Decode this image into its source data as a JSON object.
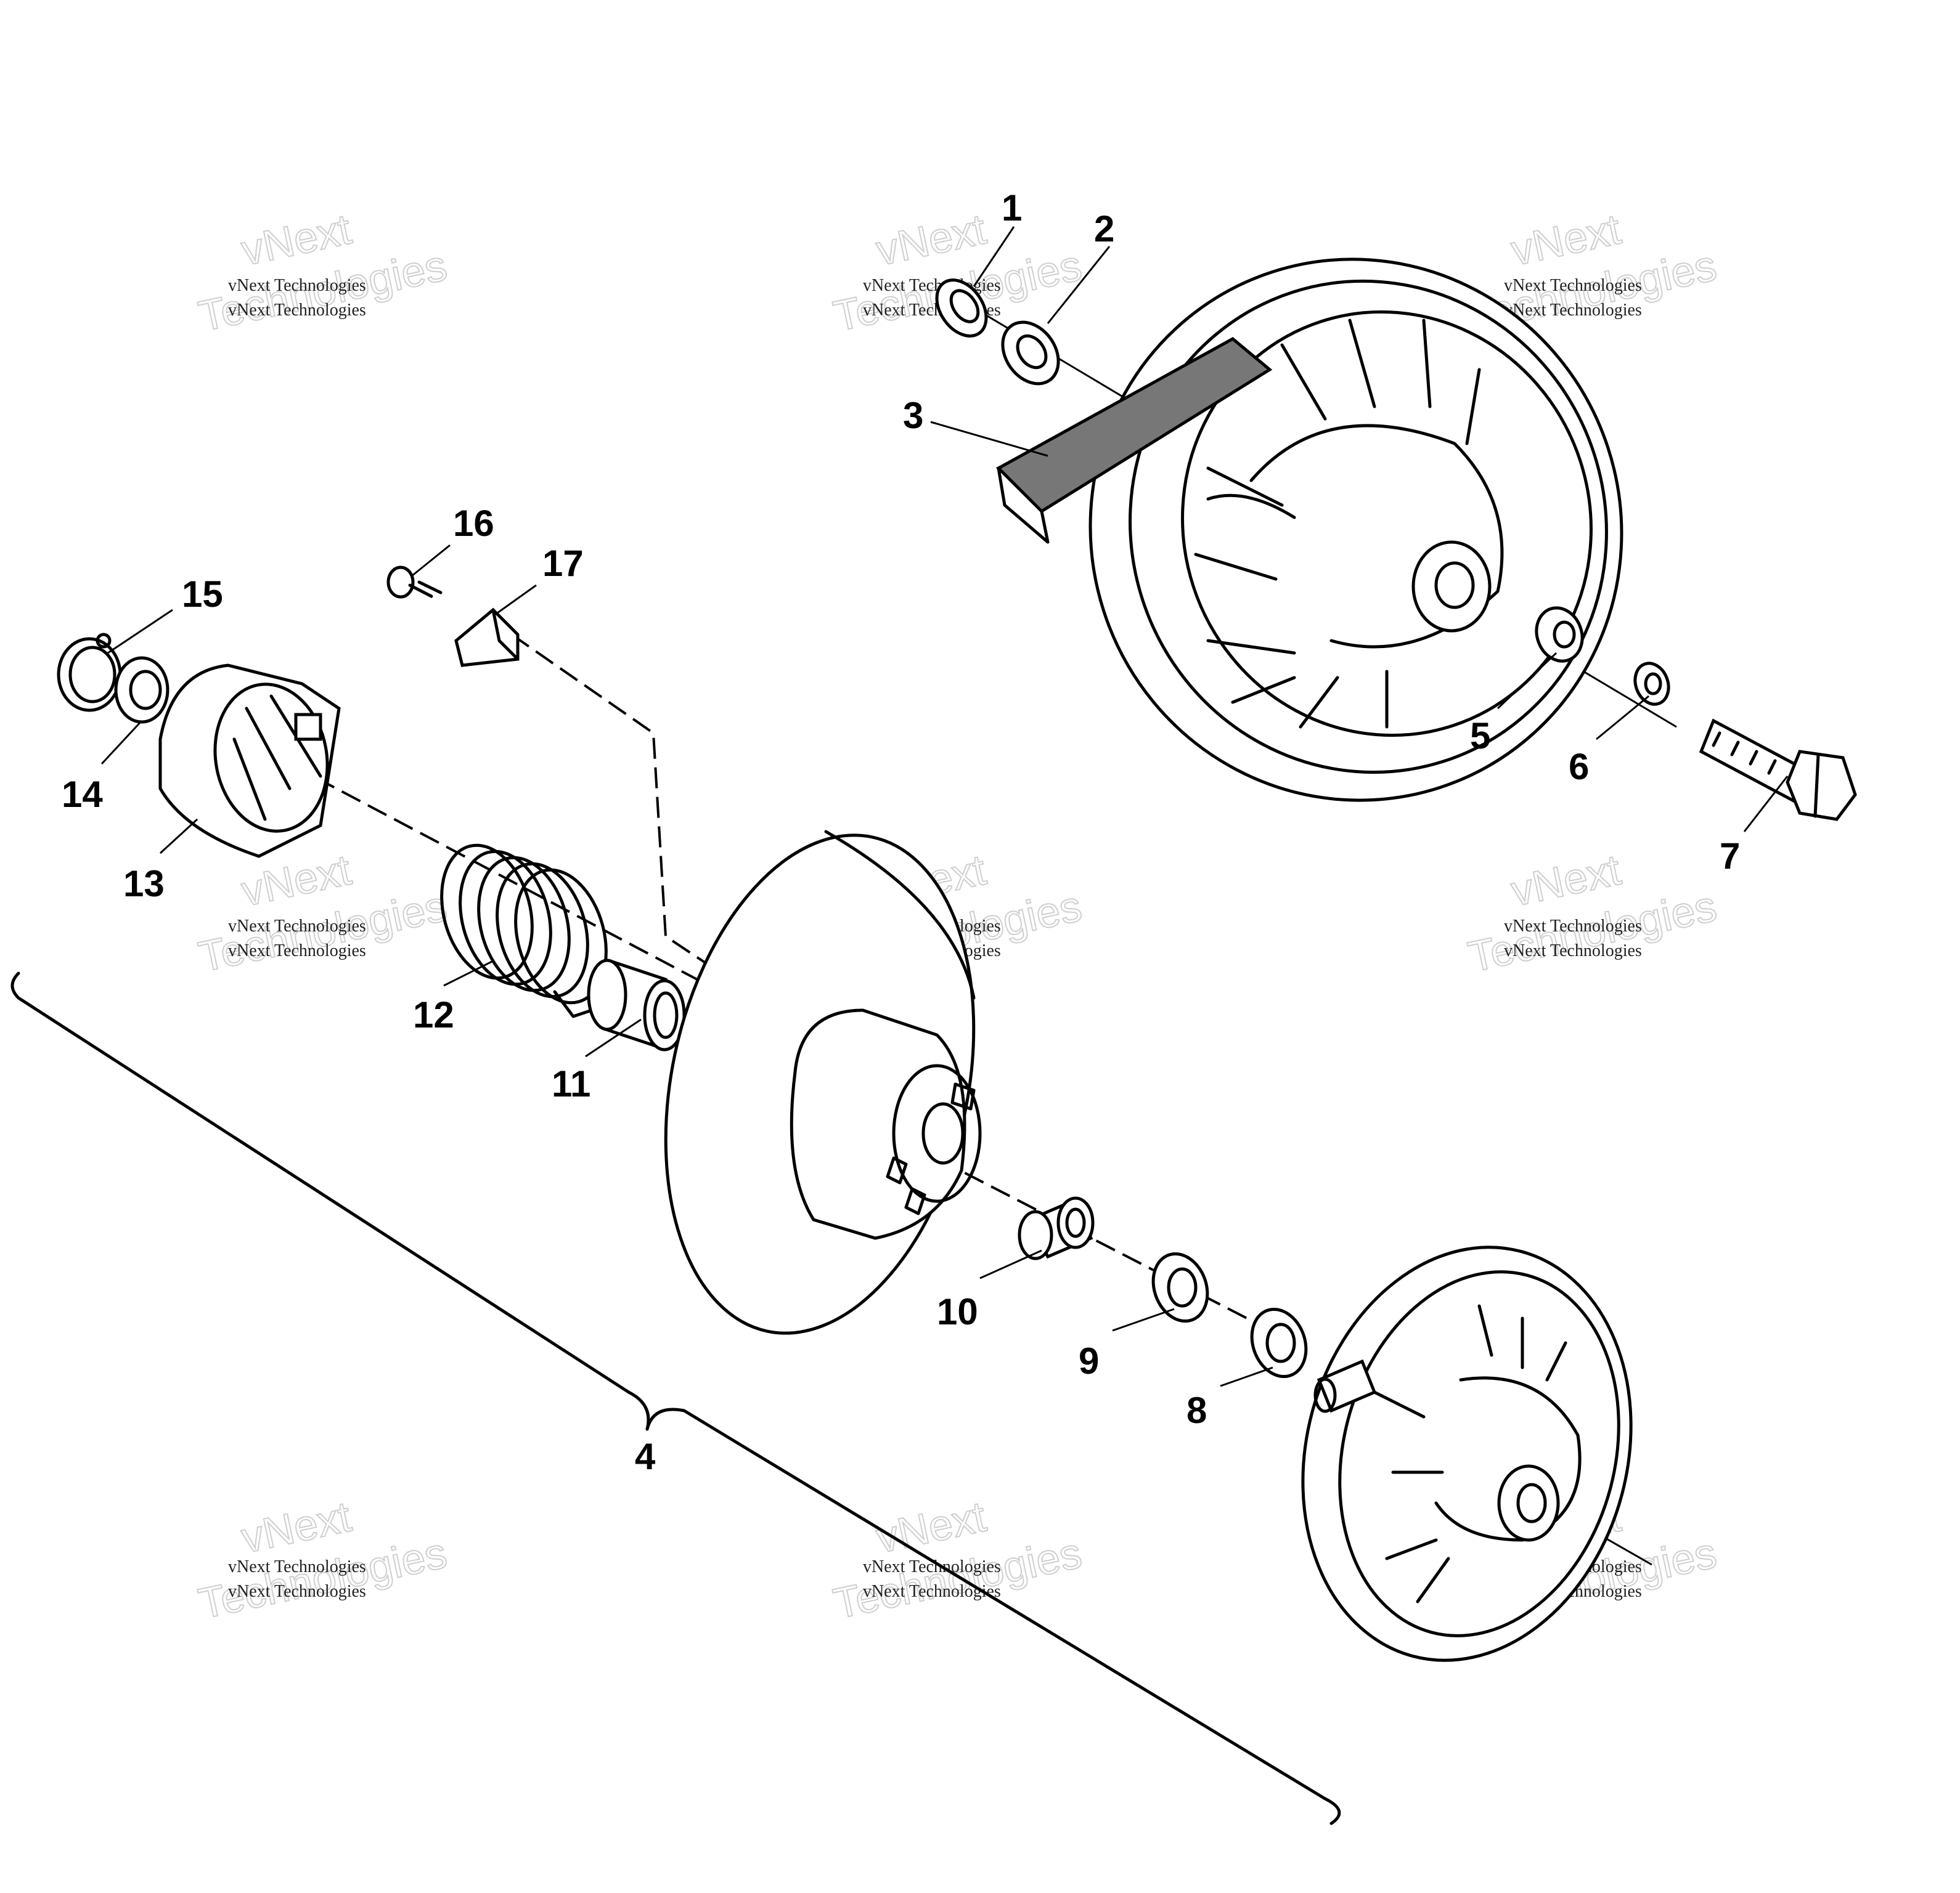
{
  "callouts": [
    "1",
    "2",
    "3",
    "4",
    "5",
    "6",
    "7",
    "8",
    "9",
    "10",
    "11",
    "12",
    "13",
    "14",
    "15",
    "16",
    "17"
  ],
  "watermark": {
    "small": "vNext Technologies",
    "big_line1": "vNext",
    "big_line2": "Technologies"
  }
}
